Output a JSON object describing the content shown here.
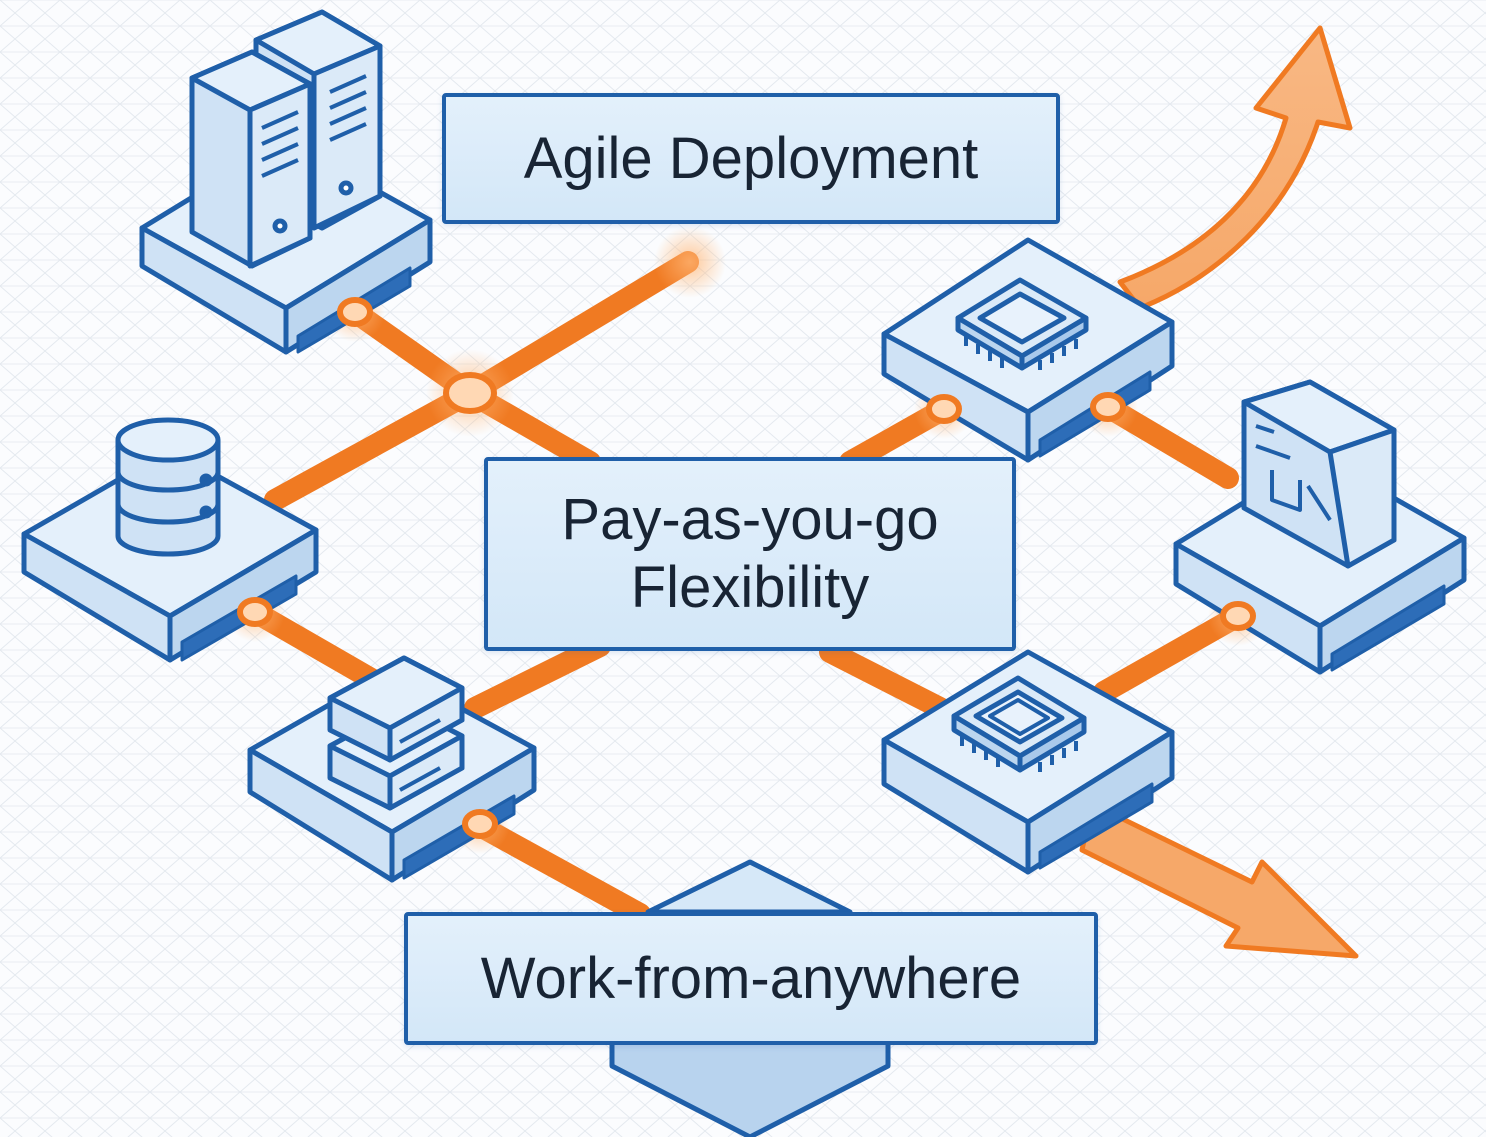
{
  "labels": {
    "agile": "Agile Deployment",
    "payg_line1": "Pay-as-you-go",
    "payg_line2": "Flexibility",
    "work_from_anywhere": "Work-from-anywhere"
  },
  "colors": {
    "background": "#fbfcfe",
    "grid": "#e4e9ef",
    "device_fill": "#cfe2f5",
    "device_top": "#e4f0fb",
    "device_stroke": "#1f5fa9",
    "device_slot": "#2d6db8",
    "connection": "#f07a22",
    "connection_light": "#f5a86a",
    "node": "#ffd8b4",
    "label_text": "#182434"
  },
  "icons": [
    "server-tower-icon",
    "database-icon",
    "stacked-drives-icon",
    "cpu-chip-icon",
    "application-window-icon",
    "growth-arrow-icon",
    "outbound-arrow-icon"
  ]
}
